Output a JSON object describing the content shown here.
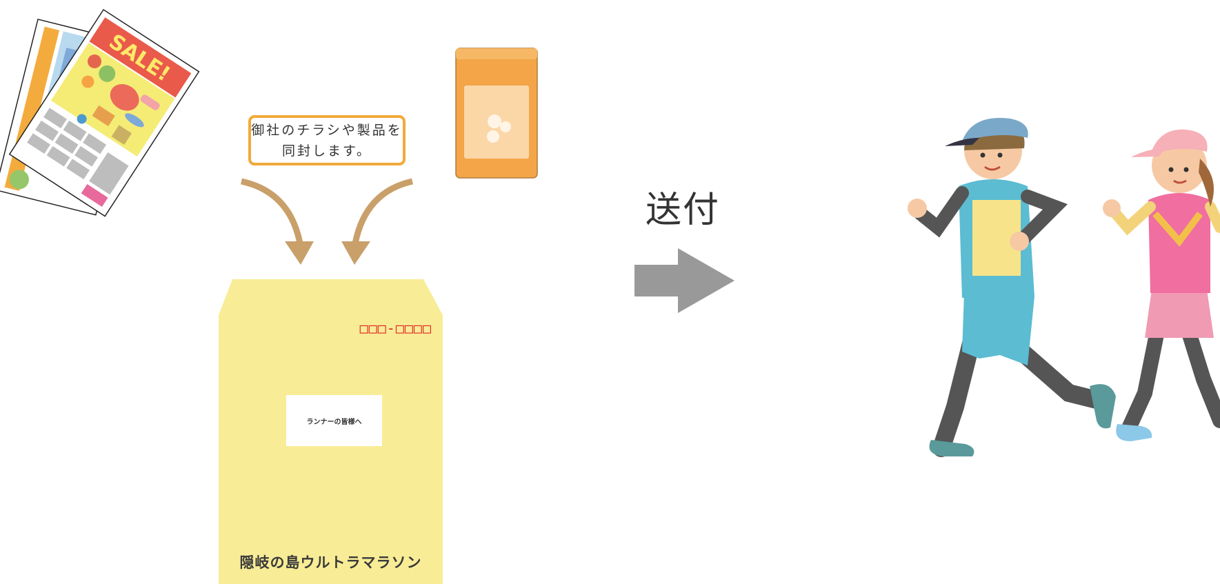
{
  "callout": {
    "line1": "御社のチラシや製品を",
    "line2": "同封します。"
  },
  "flyer": {
    "sale_text": "SALE!"
  },
  "envelope": {
    "postal_code": "□□□-□□□□",
    "address_label": "ランナーの皆様へ",
    "sender_name": "隠岐の島ウルトラマラソン"
  },
  "send": {
    "label": "送付"
  },
  "icons": [
    "flyer-icon",
    "product-pouch-icon",
    "curved-arrow-icon",
    "envelope-icon",
    "right-arrow-icon",
    "runner-man-icon",
    "runner-woman-icon"
  ],
  "colors": {
    "arrow_brown": "#c9a06a",
    "callout_border": "#f2a93b",
    "envelope_yellow": "#f8ec96",
    "postal_red": "#e0241e",
    "send_arrow_gray": "#999999"
  }
}
